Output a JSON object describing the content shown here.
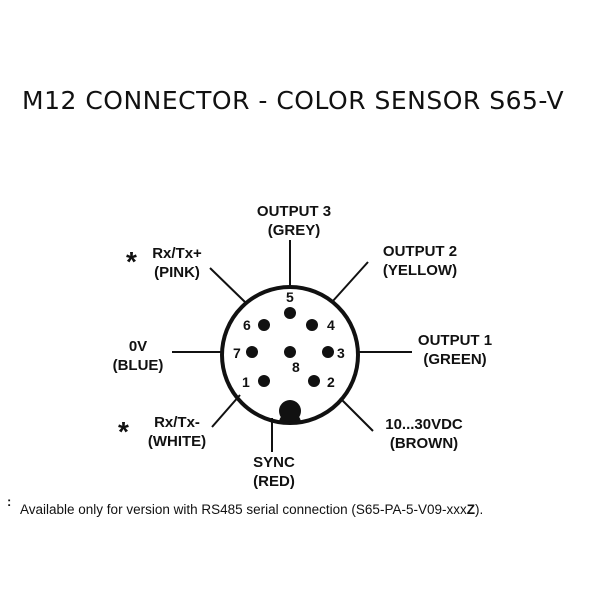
{
  "title": "M12 CONNECTOR - COLOR SENSOR S65-V",
  "pins": [
    {
      "num": "1"
    },
    {
      "num": "2"
    },
    {
      "num": "3"
    },
    {
      "num": "4"
    },
    {
      "num": "5"
    },
    {
      "num": "6"
    },
    {
      "num": "7"
    },
    {
      "num": "8"
    }
  ],
  "labels": {
    "output3": {
      "line1": "OUTPUT 3",
      "line2": "(GREY)"
    },
    "output2": {
      "line1": "OUTPUT 2",
      "line2": "(YELLOW)"
    },
    "output1": {
      "line1": "OUTPUT 1",
      "line2": "(GREEN)"
    },
    "power": {
      "line1": "10...30VDC",
      "line2": "(BROWN)"
    },
    "sync": {
      "line1": "SYNC",
      "line2": "(RED)"
    },
    "rxtx_minus": {
      "line1": "Rx/Tx-",
      "line2": "(WHITE)"
    },
    "zero_v": {
      "line1": "0V",
      "line2": "(BLUE)"
    },
    "rxtx_plus": {
      "line1": "Rx/Tx+",
      "line2": "(PINK)"
    }
  },
  "asterisk": "*",
  "footnote": {
    "mark": ":",
    "text_main": "Available only for version with RS485 serial connection (S65-PA-5-V09-xxx",
    "text_bold": "Z",
    "text_end": ")."
  }
}
